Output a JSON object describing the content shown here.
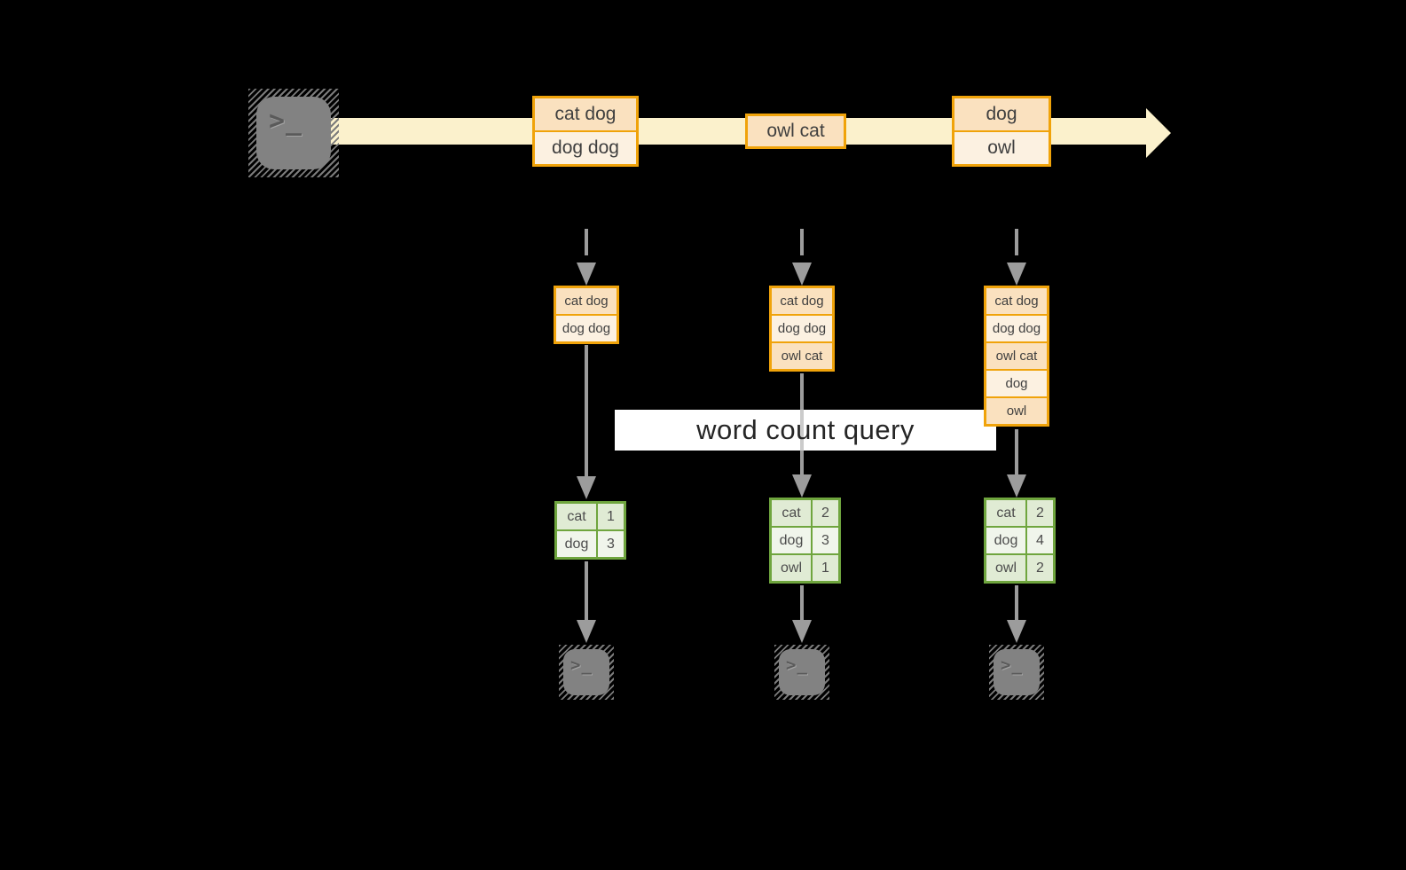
{
  "query_label": "word count query",
  "terminal_glyph": ">_",
  "stream": {
    "source_icon": "terminal-prompt-icon",
    "events": [
      {
        "lines": [
          "cat dog",
          "dog dog"
        ]
      },
      {
        "lines": [
          "owl cat"
        ]
      },
      {
        "lines": [
          "dog",
          "owl"
        ]
      }
    ]
  },
  "columns": [
    {
      "state": [
        "cat dog",
        "dog dog"
      ],
      "counts": [
        [
          "cat",
          "1"
        ],
        [
          "dog",
          "3"
        ]
      ],
      "result_icon": "terminal-prompt-icon"
    },
    {
      "state": [
        "cat dog",
        "dog dog",
        "owl cat"
      ],
      "counts": [
        [
          "cat",
          "2"
        ],
        [
          "dog",
          "3"
        ],
        [
          "owl",
          "1"
        ]
      ],
      "result_icon": "terminal-prompt-icon"
    },
    {
      "state": [
        "cat dog",
        "dog dog",
        "owl cat",
        "dog",
        "owl"
      ],
      "counts": [
        [
          "cat",
          "2"
        ],
        [
          "dog",
          "4"
        ],
        [
          "owl",
          "2"
        ]
      ],
      "result_icon": "terminal-prompt-icon"
    }
  ],
  "colors": {
    "background": "#000000",
    "amber_border": "#F0A30A",
    "peach_fill": "#FAE1BF",
    "cream_fill": "#FCF1E1",
    "band_fill": "#FBF1CC",
    "green_border": "#6FA53E",
    "sage_fill": "#E0EBD4",
    "pale_green_fill": "#F0F5EB",
    "arrow_gray": "#9C9C9C",
    "terminal_gray": "#828282",
    "query_box_bg": "#FFFFFF"
  }
}
